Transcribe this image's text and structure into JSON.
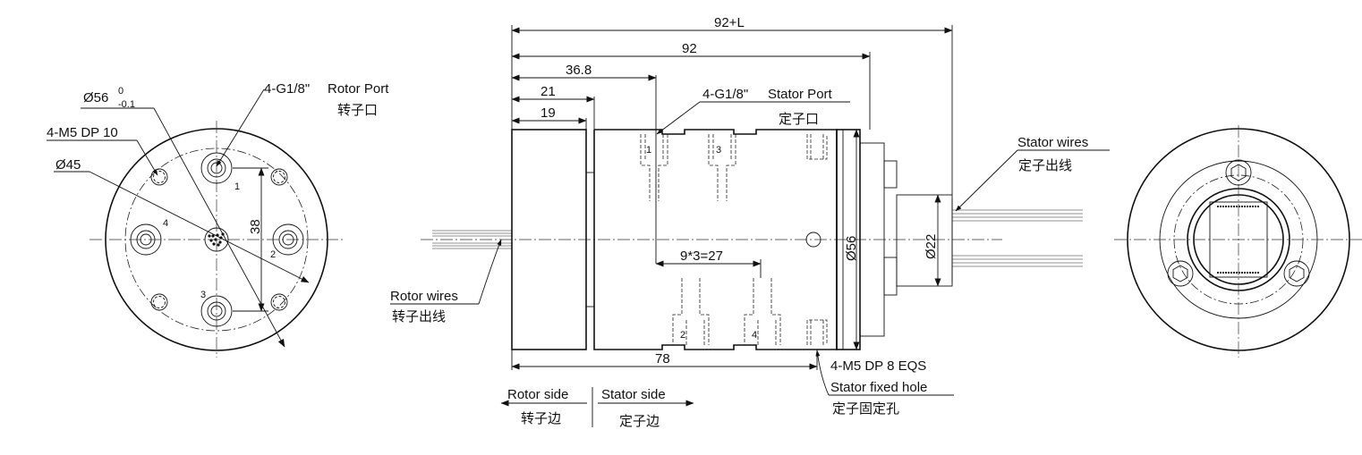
{
  "front_view": {
    "diameter_56": "Ø56",
    "tol_upper": "0",
    "tol_lower": "-0.1",
    "rotor_port_spec": "4-G1/8\"",
    "rotor_port_en": "Rotor Port",
    "rotor_port_cn": "转子口",
    "screw_hole": "4-M5 DP 10",
    "diameter_45": "Ø45",
    "dim_38": "38",
    "port_numbers": [
      "1",
      "2",
      "3",
      "4"
    ]
  },
  "side_view": {
    "dim_total": "92+L",
    "dim_92": "92",
    "dim_36_8": "36.8",
    "dim_21": "21",
    "dim_19": "19",
    "stator_port_spec": "4-G1/8\"",
    "stator_port_en": "Stator Port",
    "stator_port_cn": "定子口",
    "pitch": "9*3=27",
    "diameter_56": "Ø56",
    "diameter_22": "Ø22",
    "dim_78": "78",
    "port_numbers": [
      "1",
      "2",
      "3",
      "4"
    ],
    "rotor_wires_en": "Rotor wires",
    "rotor_wires_cn": "转子出线",
    "stator_wires_en": "Stator wires",
    "stator_wires_cn": "定子出线",
    "fixed_hole_spec": "4-M5 DP 8 EQS",
    "fixed_hole_en": "Stator fixed hole",
    "fixed_hole_cn": "定子固定孔",
    "rotor_side_en": "Rotor side",
    "rotor_side_cn": "转子边",
    "stator_side_en": "Stator side",
    "stator_side_cn": "定子边"
  }
}
